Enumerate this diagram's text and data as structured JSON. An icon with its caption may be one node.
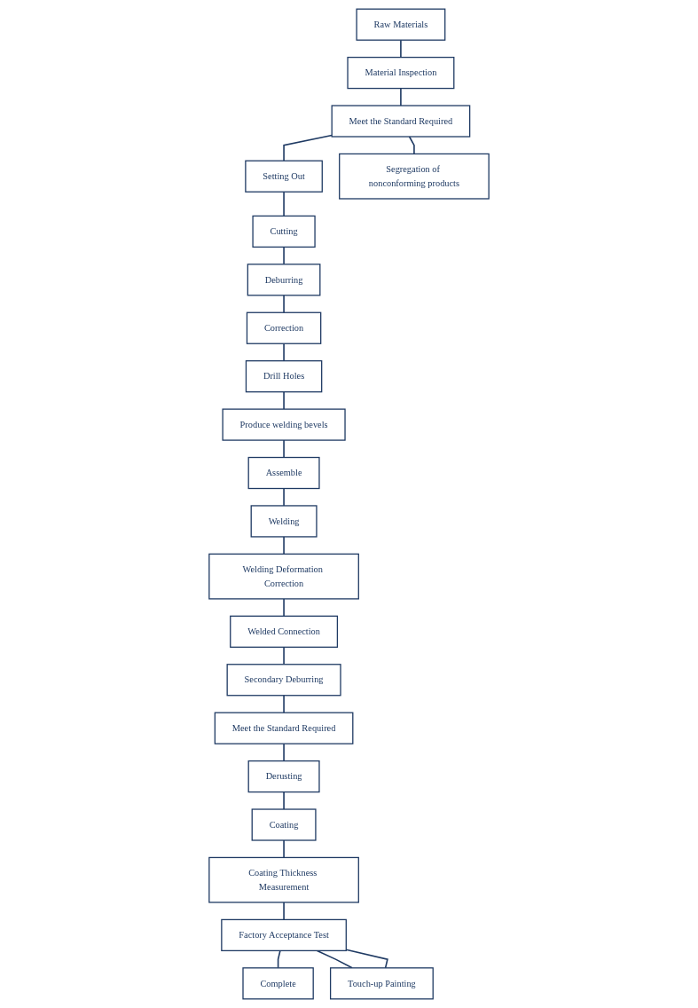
{
  "diagram": {
    "nodes": [
      {
        "text": [
          "Raw Materials"
        ]
      },
      {
        "text": [
          "Material Inspection"
        ]
      },
      {
        "text": [
          "Meet the Standard Required"
        ]
      },
      {
        "text": [
          "Setting Out"
        ]
      },
      {
        "text": [
          "Segregation of nonconforming products"
        ]
      },
      {
        "text": [
          "Cutting"
        ]
      },
      {
        "text": [
          "Deburring"
        ]
      },
      {
        "text": [
          "Correction"
        ]
      },
      {
        "text": [
          "Assemble"
        ]
      },
      {
        "text": [
          "Produce welding bevels"
        ]
      },
      {
        "text": [
          "Drill Holes"
        ]
      },
      {
        "text": [
          "Welding"
        ]
      },
      {
        "text": [
          "Welding Deformation Correction"
        ]
      },
      {
        "text": [
          "Secondary Deburring"
        ]
      },
      {
        "text": [
          "Welded Connection"
        ]
      },
      {
        "text": [
          "Meet the Standard Required"
        ]
      },
      {
        "text": [
          "Derusting"
        ]
      },
      {
        "text": [
          "Coating Thickness Measurement"
        ]
      },
      {
        "text": [
          "Coating"
        ]
      },
      {
        "text": [
          "Factory Acceptance Test"
        ]
      },
      {
        "text": [
          "Complete"
        ]
      },
      {
        "text": [
          "Touch-up Painting"
        ]
      }
    ],
    "edges": [
      {
        "from": 0,
        "to": 1,
        "arrow": "none"
      },
      {
        "from": 1,
        "to": 2,
        "arrow": "none"
      },
      {
        "from": 2,
        "to": 3,
        "arrow": "none"
      },
      {
        "from": 2,
        "to": 4,
        "arrow": "none"
      },
      {
        "from": 3,
        "to": 5,
        "arrow": "none"
      },
      {
        "from": 5,
        "to": 6,
        "arrow": "none"
      },
      {
        "from": 6,
        "to": 7,
        "arrow": "none"
      },
      {
        "from": 7,
        "to": 10,
        "arrow": "none"
      },
      {
        "from": 10,
        "to": 9,
        "arrow": "none"
      },
      {
        "from": 9,
        "to": 8,
        "arrow": "none"
      },
      {
        "from": 8,
        "to": 11,
        "arrow": "none"
      },
      {
        "from": 11,
        "to": 12,
        "arrow": "none"
      },
      {
        "from": 12,
        "to": 14,
        "arrow": "none"
      },
      {
        "from": 14,
        "to": 13,
        "arrow": "none"
      },
      {
        "from": 13,
        "to": 15,
        "arrow": "none"
      },
      {
        "from": 15,
        "to": 16,
        "arrow": "none"
      },
      {
        "from": 16,
        "to": 18,
        "arrow": "none"
      },
      {
        "from": 18,
        "to": 17,
        "arrow": "none"
      },
      {
        "from": 17,
        "to": 19,
        "arrow": "none"
      },
      {
        "from": 19,
        "to": 20,
        "arrow": "none"
      },
      {
        "from": 19,
        "to": 21,
        "arrow": "none"
      },
      {
        "from": 19,
        "to": 21,
        "arrow": "none"
      }
    ]
  }
}
